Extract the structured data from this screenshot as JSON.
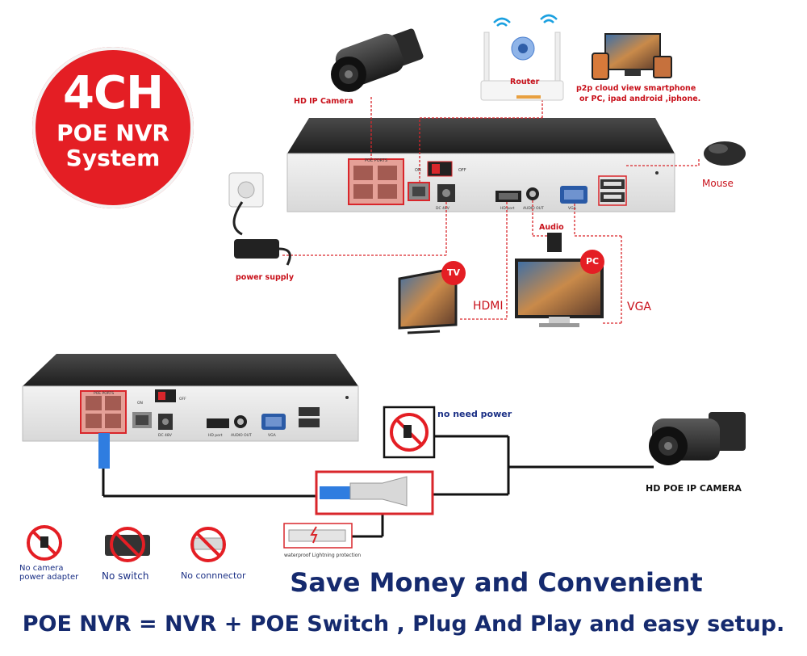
{
  "badge": {
    "line1": "4CH",
    "line2": "POE NVR",
    "line3": "System"
  },
  "labels": {
    "hd_ip_camera": "HD IP Camera",
    "router": "Router",
    "p2p_line1": "p2p cloud  view smartphone",
    "p2p_line2": "or PC, ipad android ,iphone.",
    "mouse": "Mouse",
    "power_supply": "power supply",
    "audio": "Audio",
    "tv": "TV",
    "pc": "PC",
    "hdmi": "HDMI",
    "vga": "VGA",
    "no_need_power": "no need power",
    "hd_poe_ip_camera": "HD POE IP CAMERA",
    "waterproof": "waterproof Lightning protection",
    "no_adapter_l1": "No camera",
    "no_adapter_l2": "power adapter",
    "no_switch": "No switch",
    "no_connector": "No connnector"
  },
  "nvr_panel": {
    "poe_ports": "POE PORTS",
    "on": "ON",
    "off": "OFF",
    "dc": "DC 48V",
    "hd_port": "HD port",
    "audio_out": "AUDIO OUT",
    "vga": "VGA"
  },
  "headline": "Save Money and Convenient",
  "tagline": "POE NVR = NVR + POE Switch , Plug And Play and easy setup.",
  "colors": {
    "accent_red": "#e41e24",
    "navy": "#152a6e",
    "wire_red": "#d9262b"
  }
}
